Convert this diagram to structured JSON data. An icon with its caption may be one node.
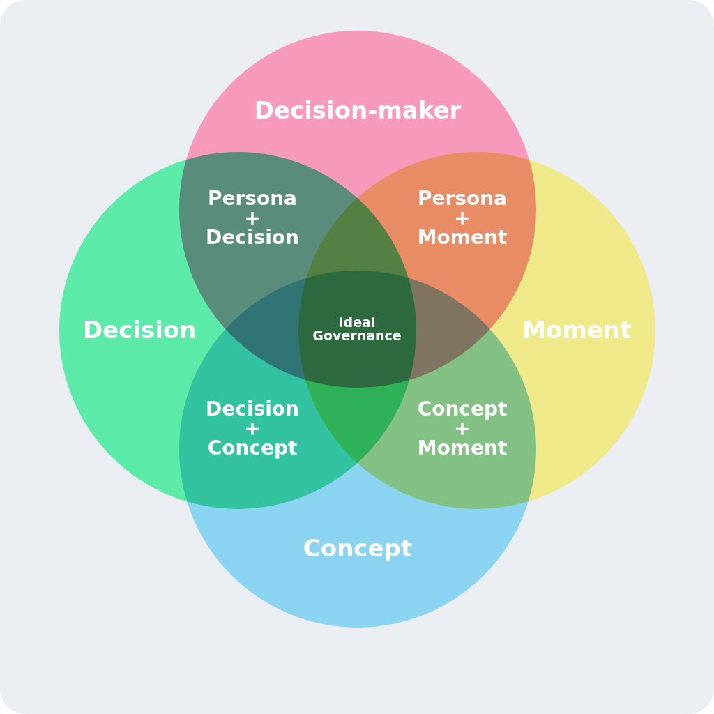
{
  "diagram": {
    "nodes": [
      {
        "text": [
          "Decision-maker"
        ]
      },
      {
        "text": [
          "Decision"
        ]
      },
      {
        "text": [
          "Moment"
        ]
      },
      {
        "text": [
          "Concept"
        ]
      }
    ],
    "labels": [
      "Persona + Decision",
      "Persona + Moment",
      "Ideal Governance",
      "Decision + Concept",
      "Concept + Moment"
    ]
  }
}
